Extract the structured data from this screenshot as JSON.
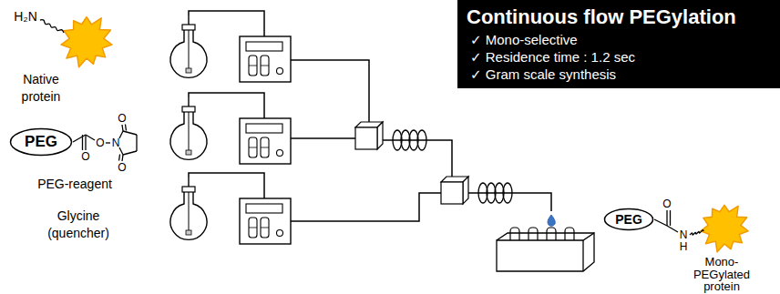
{
  "diagram": {
    "nodes": [
      {
        "text": [
          "Continuous flow PEGylation",
          "✓ Mono-selective",
          "✓ Residence time : 1.2 sec",
          "✓ Gram scale synthesis"
        ]
      },
      {
        "text": [
          "PEG"
        ]
      },
      {
        "text": [
          "PEG"
        ]
      }
    ],
    "labels": [
      "H₂N",
      "Native protein",
      "O",
      "O",
      "N",
      "O",
      "O",
      "PEG-reagent",
      "Glycine (quencher)",
      "O",
      "N",
      "H",
      "Mono-PEGylated protein"
    ]
  }
}
